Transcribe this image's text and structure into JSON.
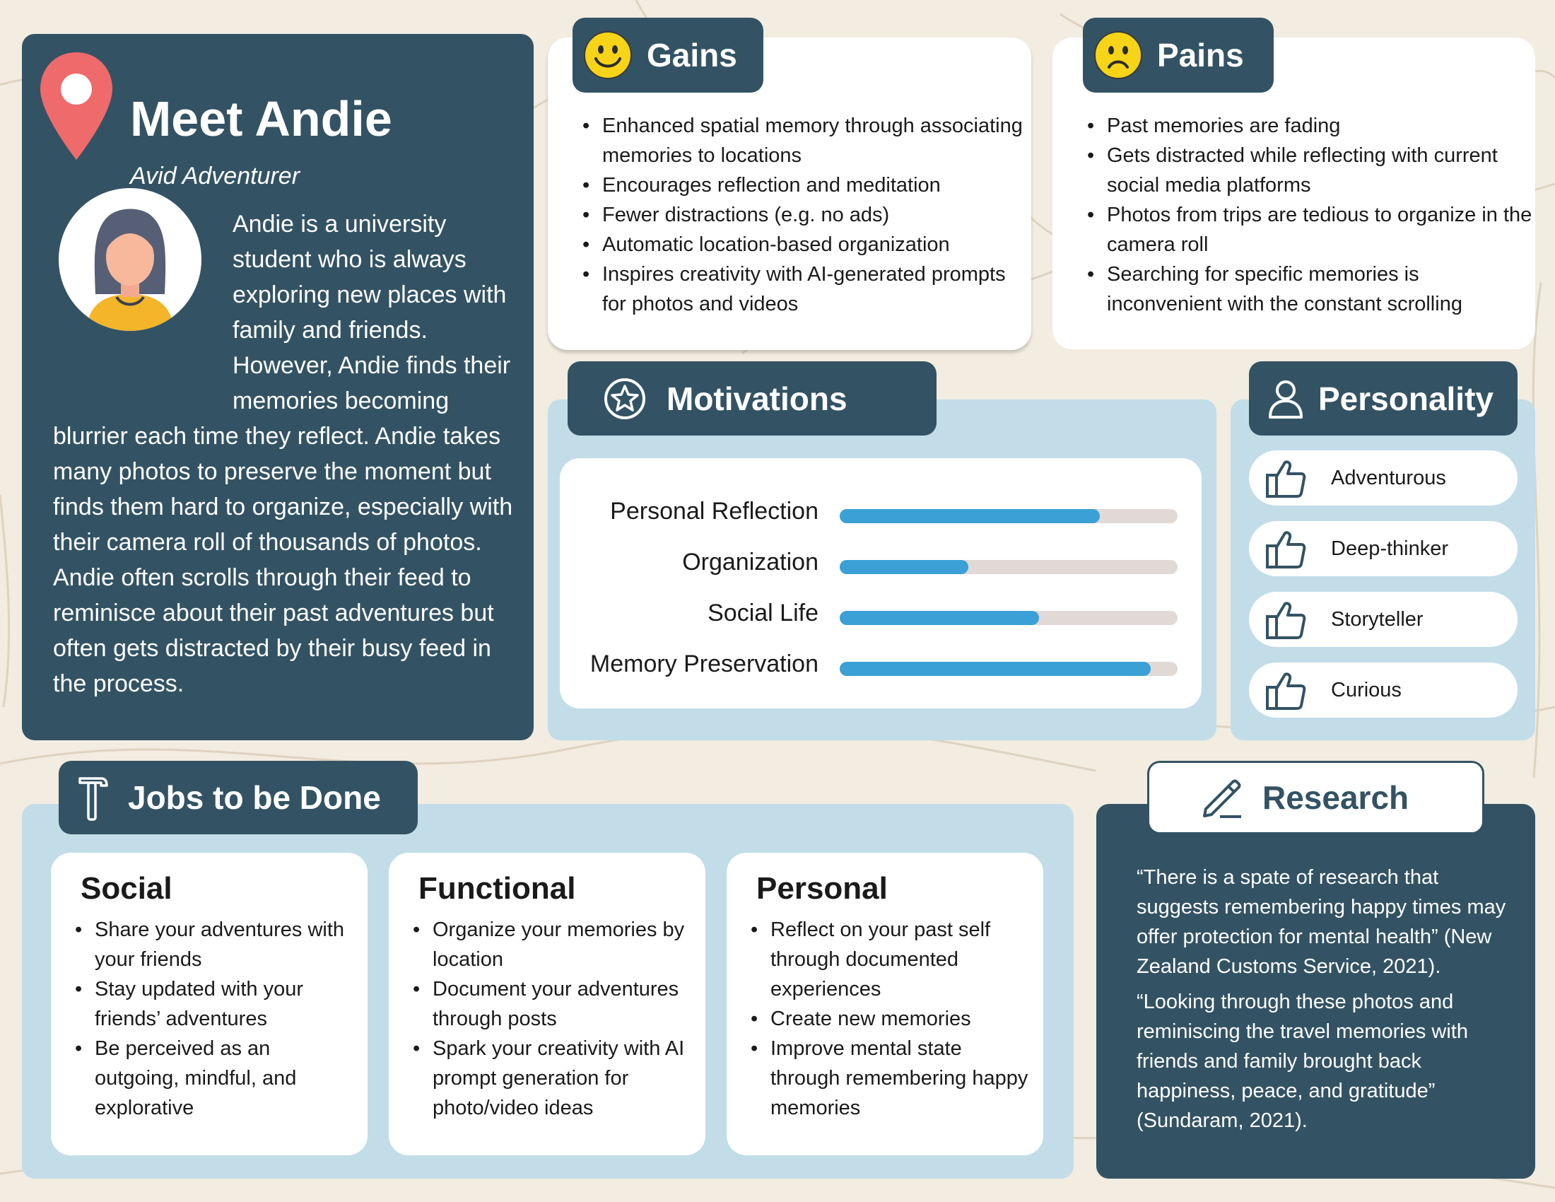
{
  "intro": {
    "title": "Meet Andie",
    "subtitle": "Avid Adventurer",
    "bio": "Andie is a university student who is  always exploring new places with family and friends. However, Andie finds their memories becoming blurrier each time they reflect. Andie takes many photos to preserve the moment but finds them hard to organize, especially with their camera roll of thousands of photos. Andie often scrolls through their feed to reminisce about their past adventures but often gets distracted by their busy feed in the process.",
    "icons": [
      "location-pin-icon",
      "user-avatar-icon"
    ]
  },
  "gains": {
    "title": "Gains",
    "icon": "smiley-face-icon",
    "items": [
      "Enhanced spatial memory through associating memories to locations",
      "Encourages reflection and meditation",
      "Fewer distractions (e.g. no ads)",
      "Automatic location-based organization",
      "Inspires creativity with AI-generated prompts for photos and videos"
    ]
  },
  "pains": {
    "title": "Pains",
    "icon": "sad-face-icon",
    "items": [
      "Past memories are fading",
      "Gets distracted while reflecting with current social media platforms",
      "Photos from trips are tedious to organize in the camera roll",
      "Searching for specific memories is inconvenient with the constant scrolling"
    ]
  },
  "motivations": {
    "title": "Motivations",
    "icon": "star-badge-icon",
    "bars": [
      {
        "label": "Personal Reflection",
        "level": 0.77
      },
      {
        "label": "Organization",
        "level": 0.38
      },
      {
        "label": "Social Life",
        "level": 0.59
      },
      {
        "label": "Memory Preservation",
        "level": 0.92
      }
    ]
  },
  "personality": {
    "title": "Personality",
    "icon": "person-icon",
    "traits": [
      "Adventurous",
      "Deep-thinker",
      "Storyteller",
      "Curious"
    ]
  },
  "jobs": {
    "title": "Jobs to be Done",
    "icon": "hammer-icon",
    "columns": [
      {
        "title": "Social",
        "items": [
          "Share your adventures with your friends",
          "Stay updated with your friends’ adventures",
          "Be perceived as an outgoing, mindful, and explorative"
        ]
      },
      {
        "title": "Functional",
        "items": [
          "Organize your memories by location",
          "Document your adventures through posts",
          "Spark your creativity with AI prompt generation for photo/video ideas"
        ]
      },
      {
        "title": "Personal",
        "items": [
          "Reflect on your past self through documented experiences",
          "Create new memories",
          "Improve mental state through remembering happy memories"
        ]
      }
    ]
  },
  "research": {
    "title": "Research",
    "icon": "pencil-icon",
    "quotes": [
      "“There is a spate of research that suggests remembering happy times may offer protection for mental health” (New Zealand Customs Service, 2021).",
      "“Looking through these photos and reminiscing the travel memories with friends and family brought back happiness, peace, and gratitude” (Sundaram, 2021)."
    ]
  },
  "colors": {
    "navy": "#335364",
    "light_blue": "#c2dde8",
    "background": "#f2ece1",
    "bar_fill": "#3aa0d5",
    "bar_track": "#e0d9d6",
    "pin_red": "#ef6a6a",
    "emoji_yellow": "#f7d417"
  }
}
